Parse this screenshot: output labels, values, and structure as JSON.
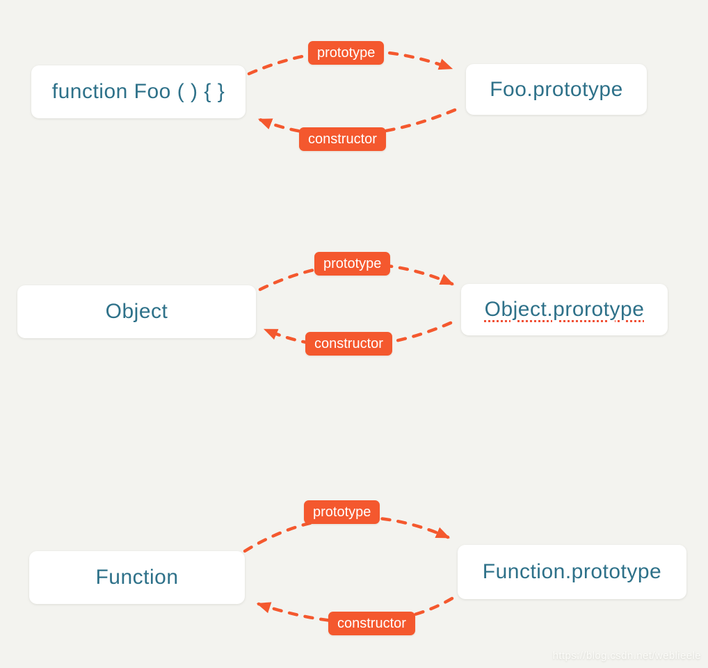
{
  "page": {
    "background": "#f3f3ef"
  },
  "colors": {
    "accent_orange": "#f4582e",
    "node_text_teal": "#2e7189",
    "node_background": "#ffffff",
    "spellcheck_underline": "#f05136",
    "watermark_text_color": "#fcfcf9"
  },
  "watermark": {
    "text": "https://blog.csdn.net/weblieele"
  },
  "diagram": {
    "rows": [
      {
        "left_label": "function Foo ( ) { }",
        "right_label": "Foo.prototype",
        "top_arrow_label": "prototype",
        "bottom_arrow_label": "constructor"
      },
      {
        "left_label": "Object",
        "right_label": "Object.prorotype",
        "top_arrow_label": "prototype",
        "bottom_arrow_label": "constructor"
      },
      {
        "left_label": "Function",
        "right_label": "Function.prototype",
        "top_arrow_label": "prototype",
        "bottom_arrow_label": "constructor"
      }
    ]
  }
}
